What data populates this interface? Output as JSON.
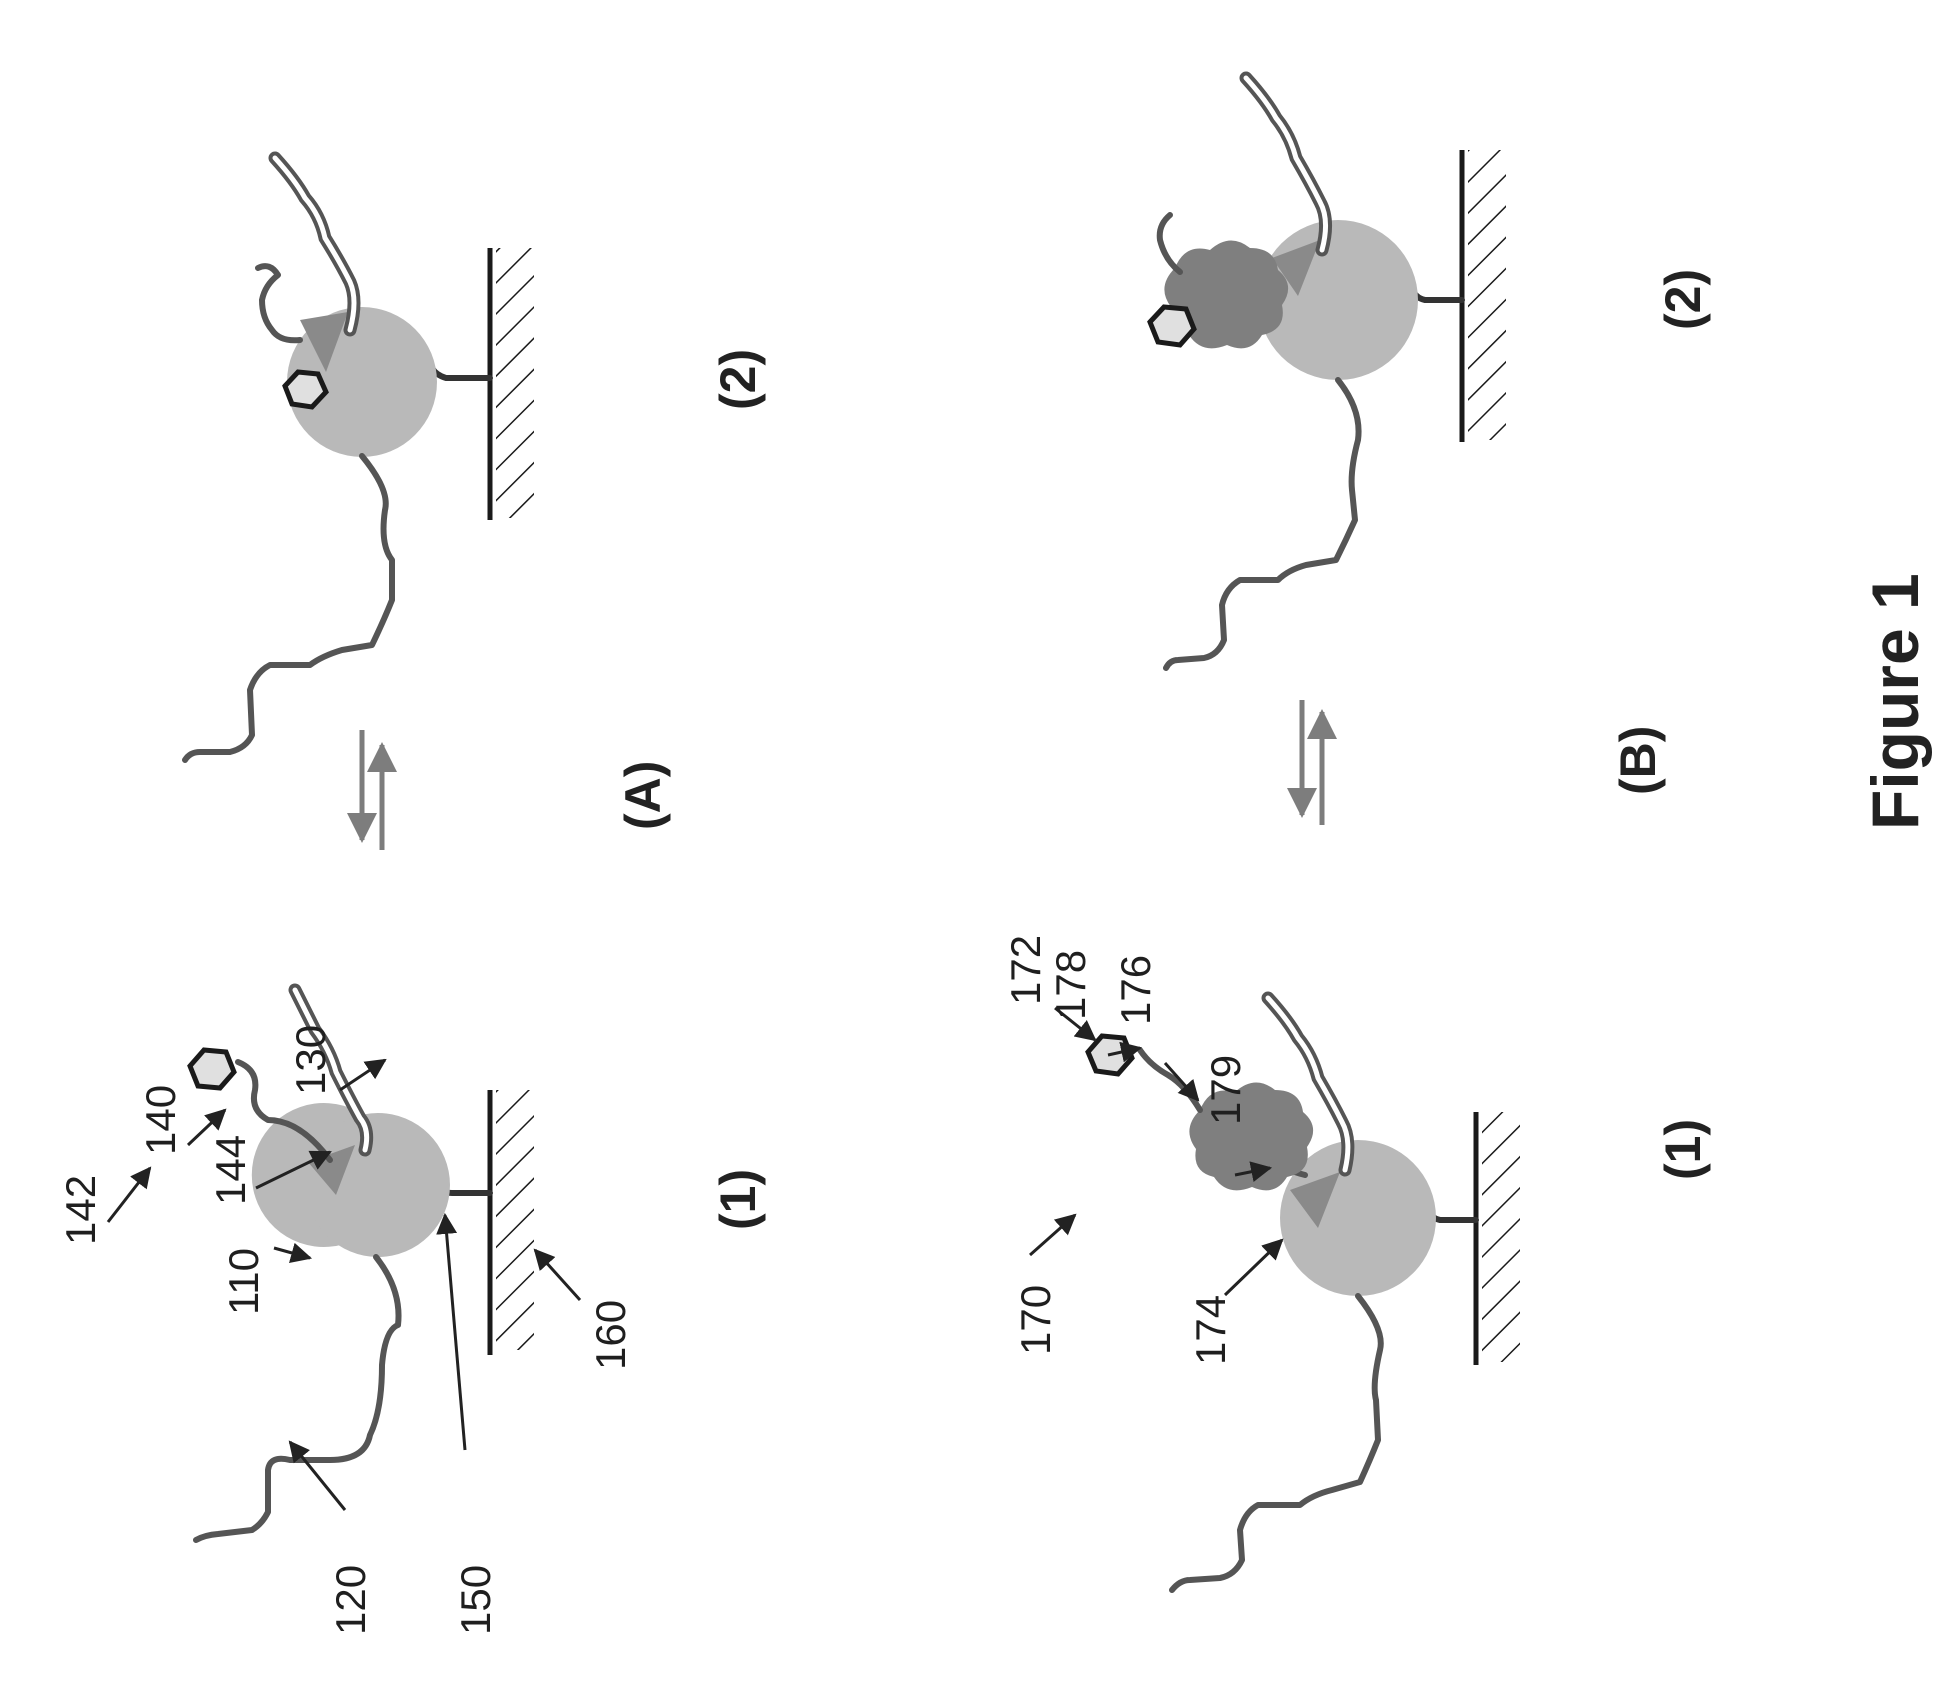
{
  "figure": {
    "title": "Figure 1",
    "panels": [
      {
        "id": "A",
        "label": "(A)",
        "states": [
          {
            "label": "(1)"
          },
          {
            "label": "(2)"
          }
        ],
        "reference_numerals": {
          "protein": "110",
          "chain": "120",
          "double_strand": "130",
          "probe": "140",
          "probe_ring": "142",
          "probe_tip": "144",
          "anchor": "150",
          "surface": "160"
        }
      },
      {
        "id": "B",
        "label": "(B)",
        "states": [
          {
            "label": "(1)"
          },
          {
            "label": "(2)"
          }
        ],
        "reference_numerals": {
          "probe": "170",
          "probe_ring": "172",
          "probe_tip": "174",
          "blob": "176",
          "linker": "178",
          "tip_linker": "179"
        }
      }
    ]
  }
}
